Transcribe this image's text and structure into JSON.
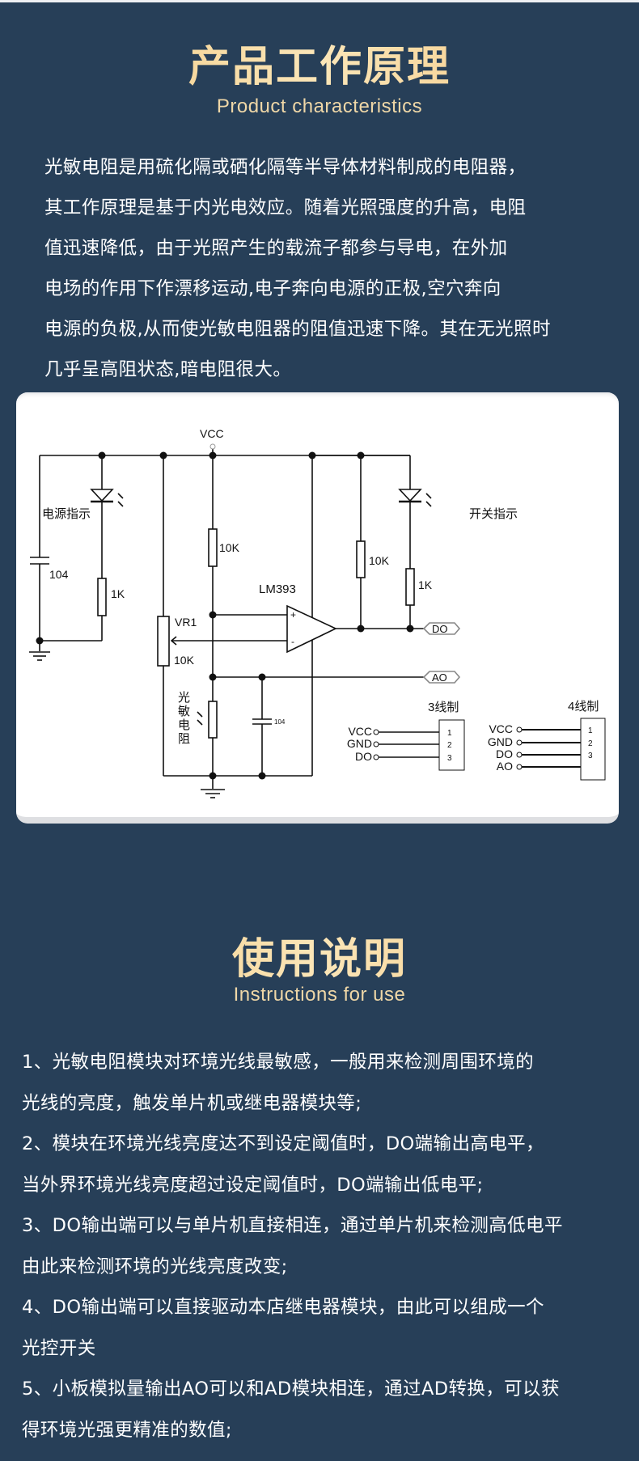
{
  "section1": {
    "title": "产品工作原理",
    "subtitle": "Product characteristics",
    "paragraph_lines": [
      "光敏电阻是用硫化隔或硒化隔等半导体材料制成的电阻器，",
      "其工作原理是基于内光电效应。随着光照强度的升高，电阻",
      "值迅速降低，由于光照产生的载流子都参与导电，在外加",
      "电场的作用下作漂移运动,电子奔向电源的正极,空穴奔向",
      "电源的负极,从而使光敏电阻器的阻值迅速下降。其在无光照时",
      "几乎呈高阻状态,暗电阻很大。"
    ]
  },
  "circuit": {
    "vcc_label": "VCC",
    "power_indicator_label": "电源指示",
    "switch_indicator_label": "开关指示",
    "cap_left_label": "104",
    "res_power_led_label": "1K",
    "res_vcc_divider_label": "10K",
    "res_pullup_label": "10K",
    "res_switch_led_label": "1K",
    "comparator_label": "LM393",
    "plus_sign": "+",
    "minus_sign": "-",
    "pot_label": "VR1",
    "pot_value_label": "10K",
    "ldr_label_chars": [
      "光",
      "敏",
      "电",
      "阻"
    ],
    "cap_mid_label": "104",
    "do_port_label": "DO",
    "ao_port_label": "AO",
    "connector_3wire": {
      "title": "3线制",
      "pins": [
        "VCC",
        "GND",
        "DO"
      ],
      "pin_numbers": [
        "1",
        "2",
        "3"
      ]
    },
    "connector_4wire": {
      "title": "4线制",
      "pins": [
        "VCC",
        "GND",
        "DO",
        "AO"
      ],
      "pin_numbers": [
        "1",
        "2",
        "3"
      ]
    }
  },
  "section2": {
    "title": "使用说明",
    "subtitle": "Instructions for use",
    "list_lines": [
      "1、光敏电阻模块对环境光线最敏感，一般用来检测周围环境的",
      "光线的亮度，触发单片机或继电器模块等;",
      "2、模块在环境光线亮度达不到设定阈值时，DO端输出高电平，",
      "当外界环境光线亮度超过设定阈值时，DO端输出低电平;",
      "3、DO输出端可以与单片机直接相连，通过单片机来检测高低电平",
      "由此来检测环境的光线亮度改变;",
      "4、DO输出端可以直接驱动本店继电器模块，由此可以组成一个",
      "光控开关",
      "5、小板模拟量输出AO可以和AD模块相连，通过AD转换，可以获",
      "得环境光强更精准的数值;"
    ]
  }
}
